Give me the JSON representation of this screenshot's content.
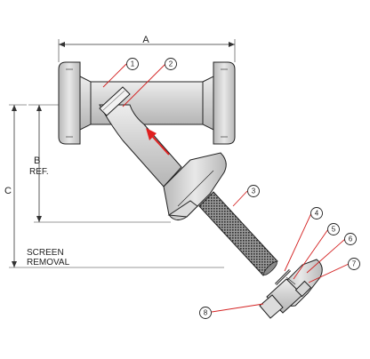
{
  "dimensions": {
    "a": "A",
    "b": "B",
    "b_ref": "REF.",
    "c": "C",
    "screen_removal": [
      "SCREEN",
      "REMOVAL"
    ]
  },
  "callouts": [
    "1",
    "2",
    "3",
    "4",
    "5",
    "6",
    "7",
    "8"
  ],
  "colors": {
    "body_fill": "#c9c9c9",
    "body_light": "#e6e6e6",
    "outline": "#222222",
    "dimension_line": "#333333",
    "leader_red": "#d42020",
    "flow_arrow": "#e02020",
    "screen_mesh": "#555555"
  }
}
